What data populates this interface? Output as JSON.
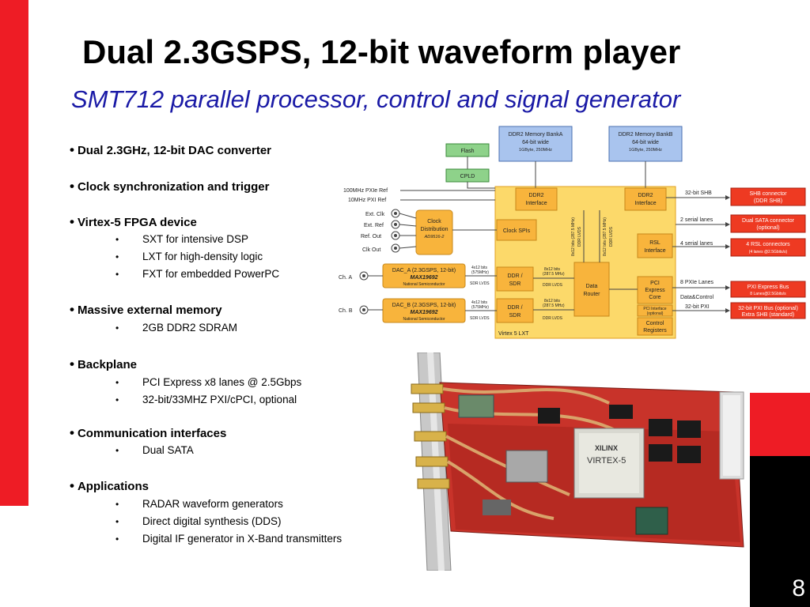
{
  "slide": {
    "title": "Dual 2.3GSPS, 12-bit waveform player",
    "subtitle": "SMT712 parallel processor, control and signal generator",
    "page_number": "8"
  },
  "bullets": [
    {
      "label": "Dual 2.3GHz, 12-bit DAC converter",
      "subs": []
    },
    {
      "label": "Clock synchronization and trigger",
      "subs": []
    },
    {
      "label": "Virtex-5 FPGA device",
      "subs": [
        "SXT for intensive DSP",
        "LXT for high-density logic",
        "FXT for embedded PowerPC"
      ]
    },
    {
      "label": "Massive external memory",
      "subs": [
        "2GB DDR2 SDRAM"
      ]
    },
    {
      "label": "Backplane",
      "subs": [
        "PCI Express x8 lanes @ 2.5Gbps",
        "32-bit/33MHZ  PXI/cPCI, optional"
      ]
    },
    {
      "label": "Communication interfaces",
      "subs": [
        "Dual SATA"
      ]
    },
    {
      "label": "Applications",
      "subs": [
        "RADAR waveform generators",
        "Direct digital synthesis (DDS)",
        "Digital IF generator in X-Band transmitters"
      ]
    }
  ],
  "diagram": {
    "colors": {
      "fpga": "#fcd96a",
      "block": "#f8b43c",
      "green": "#8ed28a",
      "blue": "#a9c4ee",
      "red_out": "#ee3a22"
    },
    "memory_a": [
      "DDR2 Memory BankA",
      "64-bit wide",
      "1GByte, 250MHz"
    ],
    "memory_b": [
      "DDR2 Memory BankB",
      "64-bit wide",
      "1GByte, 250MHz"
    ],
    "flash": "Flash",
    "cpld": "CPLD",
    "ddr2_iface_a": [
      "DDR2",
      "Interface"
    ],
    "ddr2_iface_b": [
      "DDR2",
      "Interface"
    ],
    "clock_spis": "Clock SPIs",
    "rsl_iface": [
      "RSL",
      "Interface"
    ],
    "ddr_sdr_1": [
      "DDR /",
      "SDR"
    ],
    "ddr_sdr_2": [
      "DDR /",
      "SDR"
    ],
    "data_router": [
      "Data",
      "Router"
    ],
    "pci_core": [
      "PCI",
      "Express",
      "Core"
    ],
    "pci_iface": [
      "PCI Interface",
      "(optional)"
    ],
    "control_regs": [
      "Control",
      "Registers"
    ],
    "fpga_label": "Virtex 5 LXT",
    "clock_dist": [
      "Clock",
      "Distribution",
      "AD9516-2"
    ],
    "dac_a": [
      "DAC_A (2.3GSPS, 12-bit)",
      "MAX19692",
      "National Semiconductor"
    ],
    "dac_b": [
      "DAC_B (2.3GSPS, 12-bit)",
      "MAX19692",
      "National Semiconductor"
    ],
    "inputs": [
      "100MHz PXIe Ref",
      "10MHz PXI Ref",
      "Ext. Clk",
      "Ext. Ref",
      "Ref. Out",
      "Clk Out"
    ],
    "outputs": [
      "Ch. A",
      "Ch. B"
    ],
    "dac_bus": [
      "4x12 bits",
      "(575MHz)",
      "SDR LVDS"
    ],
    "sdr_bus": [
      "8x12 bits",
      "(287.5 MHz)",
      "DDR LVDS"
    ],
    "vertical_bus": [
      "8x12 bits (287.5 MHz)",
      "DDR LVDS"
    ],
    "right_labels": [
      "32-bit SHB",
      "2 serial lanes",
      "4 serial lanes",
      "8 PXIe Lanes",
      "Data&Control",
      "32-bit PXI"
    ],
    "right_boxes": [
      [
        "SHB connector",
        "(DDR SHB)"
      ],
      [
        "Dual SATA connector",
        "(optional)"
      ],
      [
        "4 RSL connectors",
        "(4 lanes @2.5Gbits/s)"
      ],
      [
        "PXI Express Bus",
        "8 Lanes@2.5Gbits/s"
      ],
      [
        "32-bit PXI Bus (optional)",
        "Extra SHB (standard)"
      ]
    ]
  },
  "photo": {
    "chip_brand": "XILINX",
    "chip_model": "VIRTEX-5"
  }
}
